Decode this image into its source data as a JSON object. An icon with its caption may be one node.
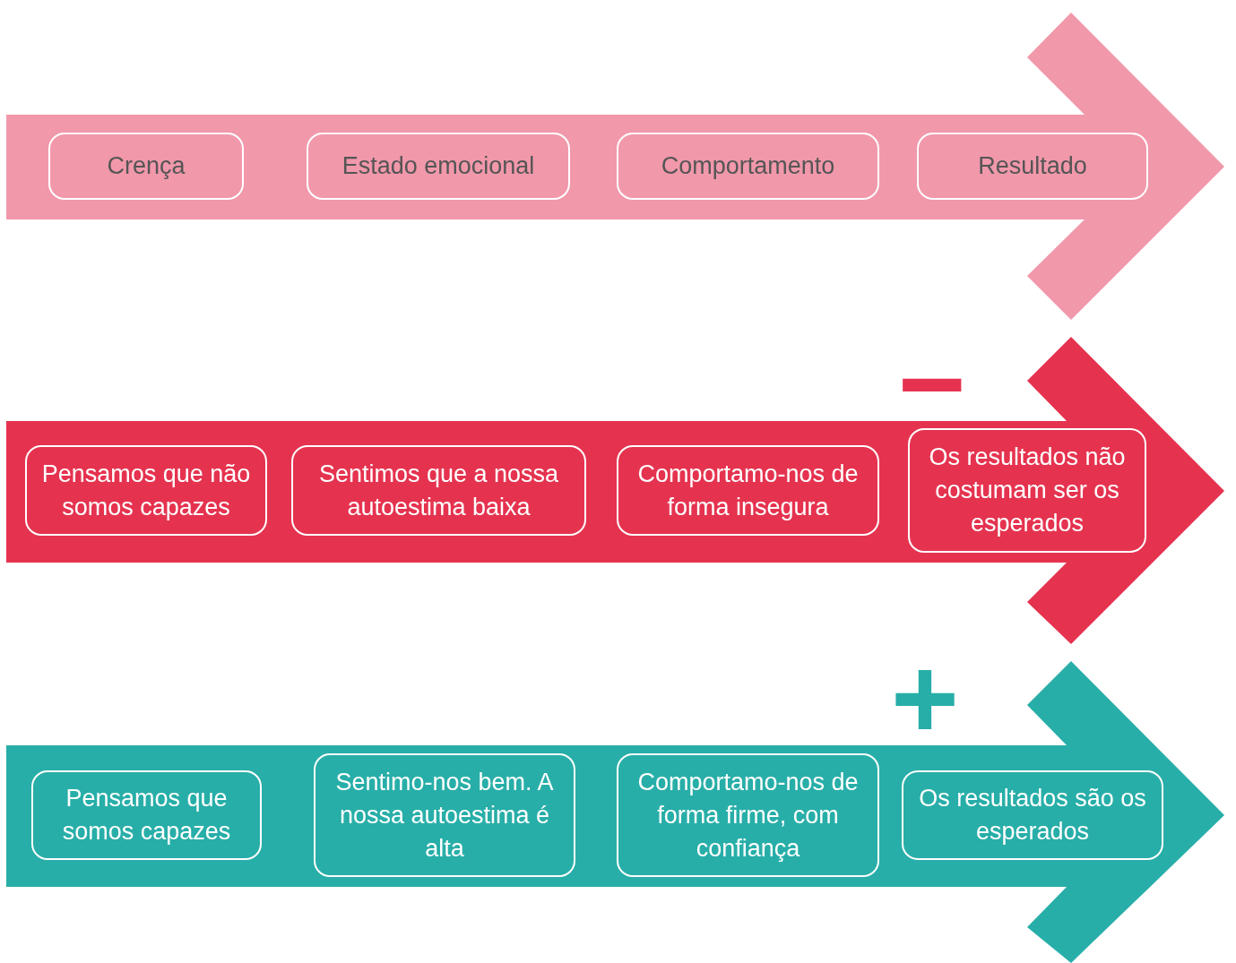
{
  "diagram": {
    "nodes": [
      {
        "text": [],
        "shape": "arrow"
      },
      {
        "text": [
          "Crença"
        ],
        "in": 0
      },
      {
        "text": [
          "Estado emocional"
        ],
        "in": 0
      },
      {
        "text": [
          "Comportamento"
        ],
        "in": 0
      },
      {
        "text": [
          "Resultado"
        ],
        "in": 0
      },
      {
        "text": [],
        "shape": "arrow"
      },
      {
        "text": [
          "Pensamos que não somos capazes"
        ],
        "in": 5
      },
      {
        "text": [
          "Sentimos que a nossa autoestima baixa"
        ],
        "in": 5
      },
      {
        "text": [
          "Comportamo-nos de forma insegura"
        ],
        "in": 5
      },
      {
        "text": [
          "Os resultados não costumam ser os esperados"
        ],
        "in": 5
      },
      {
        "text": [],
        "shape": "arrow"
      },
      {
        "text": [
          "Pensamos que somos capazes"
        ],
        "in": 10
      },
      {
        "text": [
          "Sentimo-nos bem. A nossa autoestima é alta"
        ],
        "in": 10
      },
      {
        "text": [
          "Comportamo-nos de forma firme, com confiança"
        ],
        "in": 10
      },
      {
        "text": [
          "Os resultados são os esperados"
        ],
        "in": 10
      }
    ],
    "labels": [
      "−",
      "+"
    ]
  }
}
